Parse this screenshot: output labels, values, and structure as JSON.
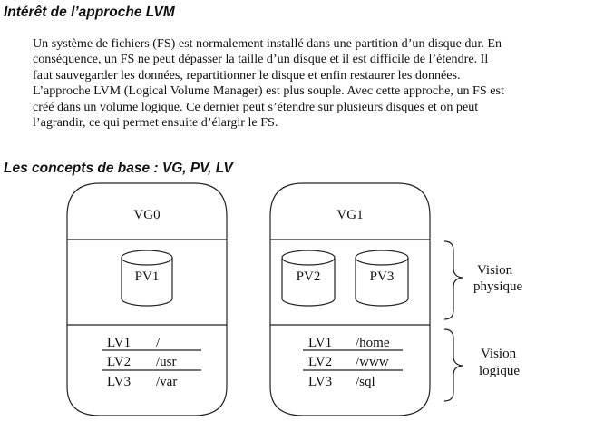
{
  "section1": {
    "title": "Intérêt de l’approche LVM",
    "lines": [
      "Un système de fichiers (FS) est normalement installé dans une partition d’un disque dur. En",
      "conséquence, un FS ne peut dépasser la taille d’un disque et il est difficile de l’étendre. Il",
      "faut sauvegarder les données, repartitionner le disque et enfin restaurer les données.",
      "L’approche LVM (Logical Volume Manager) est plus souple. Avec cette approche, un FS est",
      "créé dans un volume logique. Ce dernier peut s’étendre sur plusieurs disques et on peut",
      "l’agrandir, ce qui permet ensuite d’élargir le FS."
    ]
  },
  "section2": {
    "title": "Les concepts de base : VG, PV, LV"
  },
  "diagram": {
    "vg0": {
      "name": "VG0",
      "pvs": [
        "PV1"
      ],
      "lvs": [
        {
          "name": "LV1",
          "mount": "/"
        },
        {
          "name": "LV2",
          "mount": "/usr"
        },
        {
          "name": "LV3",
          "mount": "/var"
        }
      ]
    },
    "vg1": {
      "name": "VG1",
      "pvs": [
        "PV2",
        "PV3"
      ],
      "lvs": [
        {
          "name": "LV1",
          "mount": "/home"
        },
        {
          "name": "LV2",
          "mount": "/www"
        },
        {
          "name": "LV3",
          "mount": "/sql"
        }
      ]
    },
    "labels": {
      "physical_1": "Vision",
      "physical_2": "physique",
      "logical_1": "Vision",
      "logical_2": "logique"
    }
  }
}
